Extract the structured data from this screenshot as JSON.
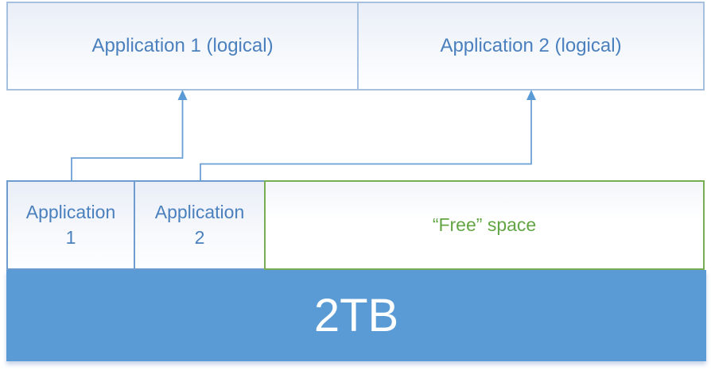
{
  "logical_layer": {
    "boxes": [
      {
        "label": "Application 1 (logical)"
      },
      {
        "label": "Application 2 (logical)"
      }
    ]
  },
  "physical_layer": {
    "partitions": [
      {
        "line1": "Application",
        "line2": "1"
      },
      {
        "line1": "Application",
        "line2": "2"
      }
    ],
    "free_space": {
      "label": "“Free” space"
    }
  },
  "disk": {
    "capacity_label": "2TB"
  },
  "icons": {
    "arrow_1": "elbow-arrow-up-icon",
    "arrow_2": "elbow-arrow-up-icon"
  },
  "colors": {
    "box_text_blue": "#4a80bd",
    "logical_border_blue": "#a6c1e0",
    "partition_border_blue": "#6f9ccf",
    "free_space_border_green": "#77ad53",
    "free_space_text_green": "#63a544",
    "disk_fill_blue": "#5b9bd5",
    "disk_text_white": "#ffffff",
    "arrow_stroke": "#6ba0d5",
    "arrow_head": "#5b9bd5"
  }
}
